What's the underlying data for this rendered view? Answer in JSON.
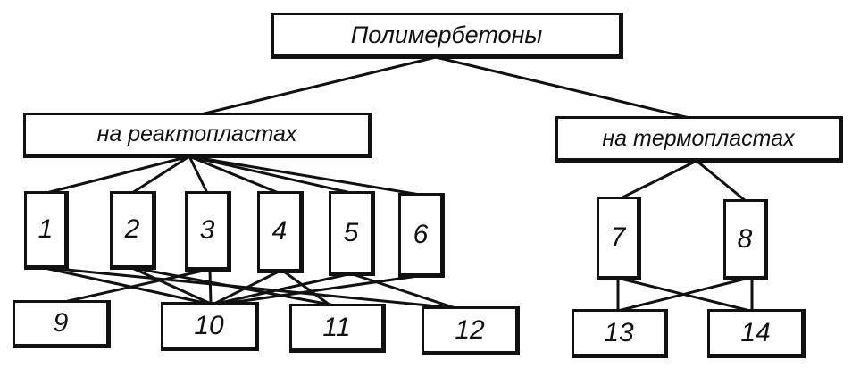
{
  "root": {
    "label": "Полимербетоны"
  },
  "groups": [
    {
      "label": "на реактопластах"
    },
    {
      "label": "на термопластах"
    }
  ],
  "items": [
    "1",
    "2",
    "3",
    "4",
    "5",
    "6",
    "7",
    "8"
  ],
  "subitems": [
    "9",
    "10",
    "11",
    "12",
    "13",
    "14"
  ]
}
